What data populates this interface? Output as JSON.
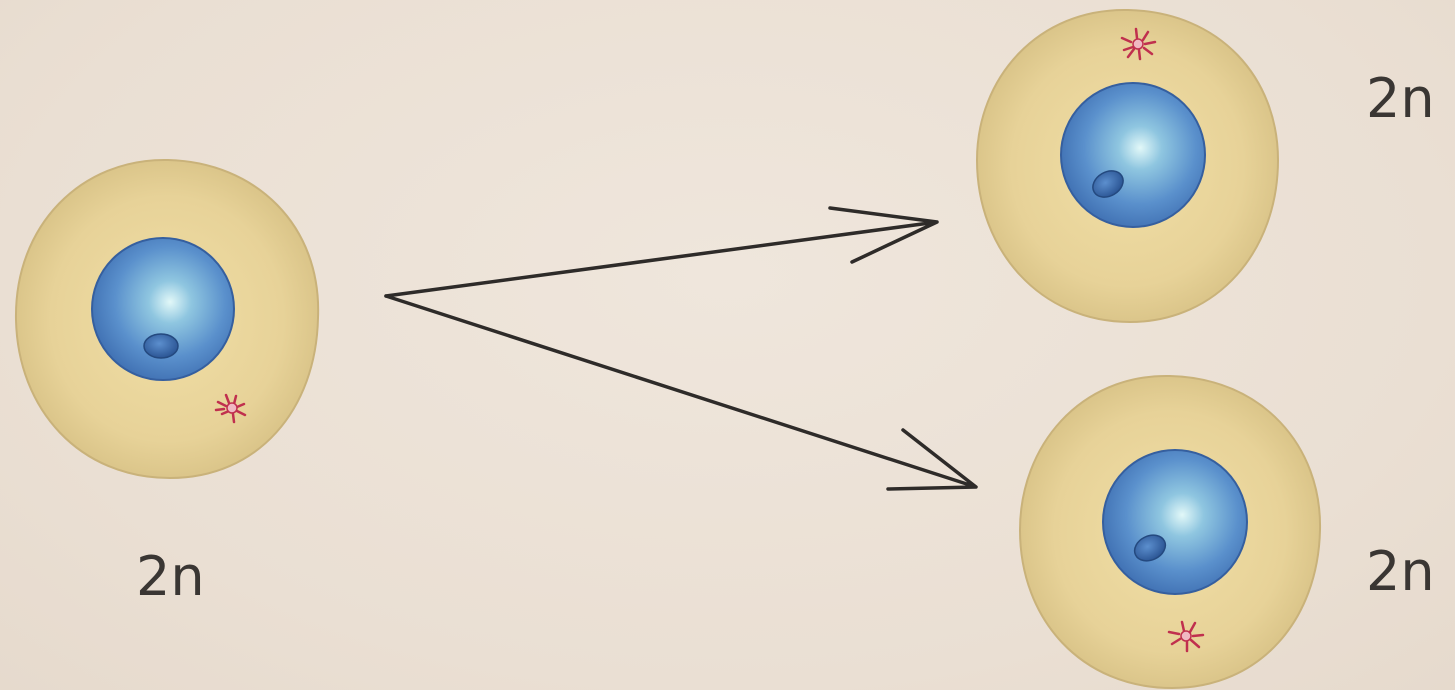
{
  "diagram": {
    "parent_cell": {
      "label": "2n"
    },
    "daughter_cell_top": {
      "label": "2n"
    },
    "daughter_cell_bottom": {
      "label": "2n"
    }
  },
  "colors": {
    "background": "#ece1d6",
    "cytoplasm": "#e4cf96",
    "cytoplasm_edge": "#c9b27a",
    "nucleus": "#4f82c2",
    "nucleus_highlight": "#d9f4f7",
    "nucleolus": "#2f5a99",
    "centrosome": "#c0304e",
    "arrow": "#2e2b29",
    "label_text": "#3a3633"
  }
}
